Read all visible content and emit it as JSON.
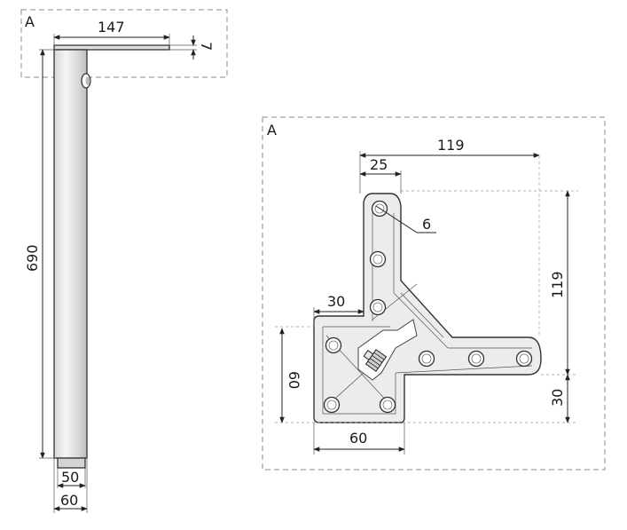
{
  "detail_label": "A",
  "detail_view_label": "A",
  "leg": {
    "height": "690",
    "plate_length": "147",
    "plate_thickness": "7",
    "foot_inner": "50",
    "foot_outer": "60"
  },
  "bracket": {
    "overall_width": "119",
    "hole_offset": "25",
    "hole_diameter": "6",
    "arm_height": "119",
    "base_height": "30",
    "step_width": "30",
    "left_height": "60",
    "bottom_width": "60"
  },
  "colors": {
    "line": "#222222",
    "fill_light": "#ececec",
    "frame": "#888888"
  }
}
